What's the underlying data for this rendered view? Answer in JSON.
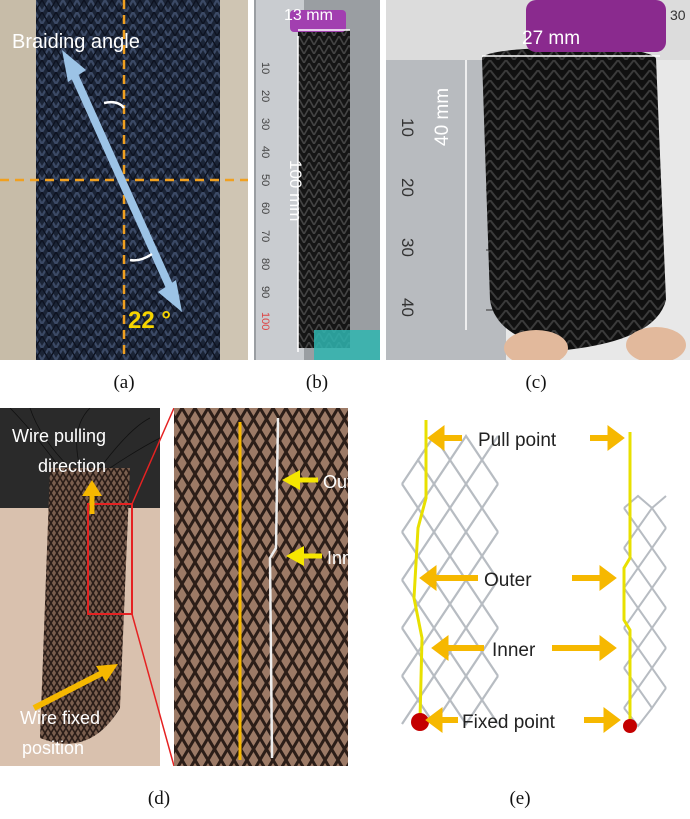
{
  "captions": {
    "a": "(a)",
    "b": "(b)",
    "c": "(c)",
    "d": "(d)",
    "e": "(e)"
  },
  "panel_a": {
    "title": "Braiding angle",
    "angle": "22 °"
  },
  "panel_b": {
    "width": "13 mm",
    "length": "100 mm",
    "ruler_ticks": [
      "10",
      "20",
      "30",
      "40",
      "50",
      "60",
      "70",
      "80",
      "90",
      "100"
    ]
  },
  "panel_c": {
    "width": "27 mm",
    "length": "40 mm",
    "ruler_ticks": [
      "10",
      "20",
      "30",
      "40"
    ],
    "top_number": "30"
  },
  "panel_d": {
    "pull_label_1": "Wire pulling",
    "pull_label_2": "direction",
    "fixed_label_1": "Wire fixed",
    "fixed_label_2": "position",
    "outer": "Outer",
    "inner": "Inner"
  },
  "panel_e": {
    "pull": "Pull point",
    "outer": "Outer",
    "inner": "Inner",
    "fixed": "Fixed point"
  },
  "colors": {
    "annotation_yellow": "#f6b800",
    "dashed_orange": "#f0a020",
    "arrow_blue": "#9cc3e6",
    "mesh_red": "#d61f1f"
  }
}
